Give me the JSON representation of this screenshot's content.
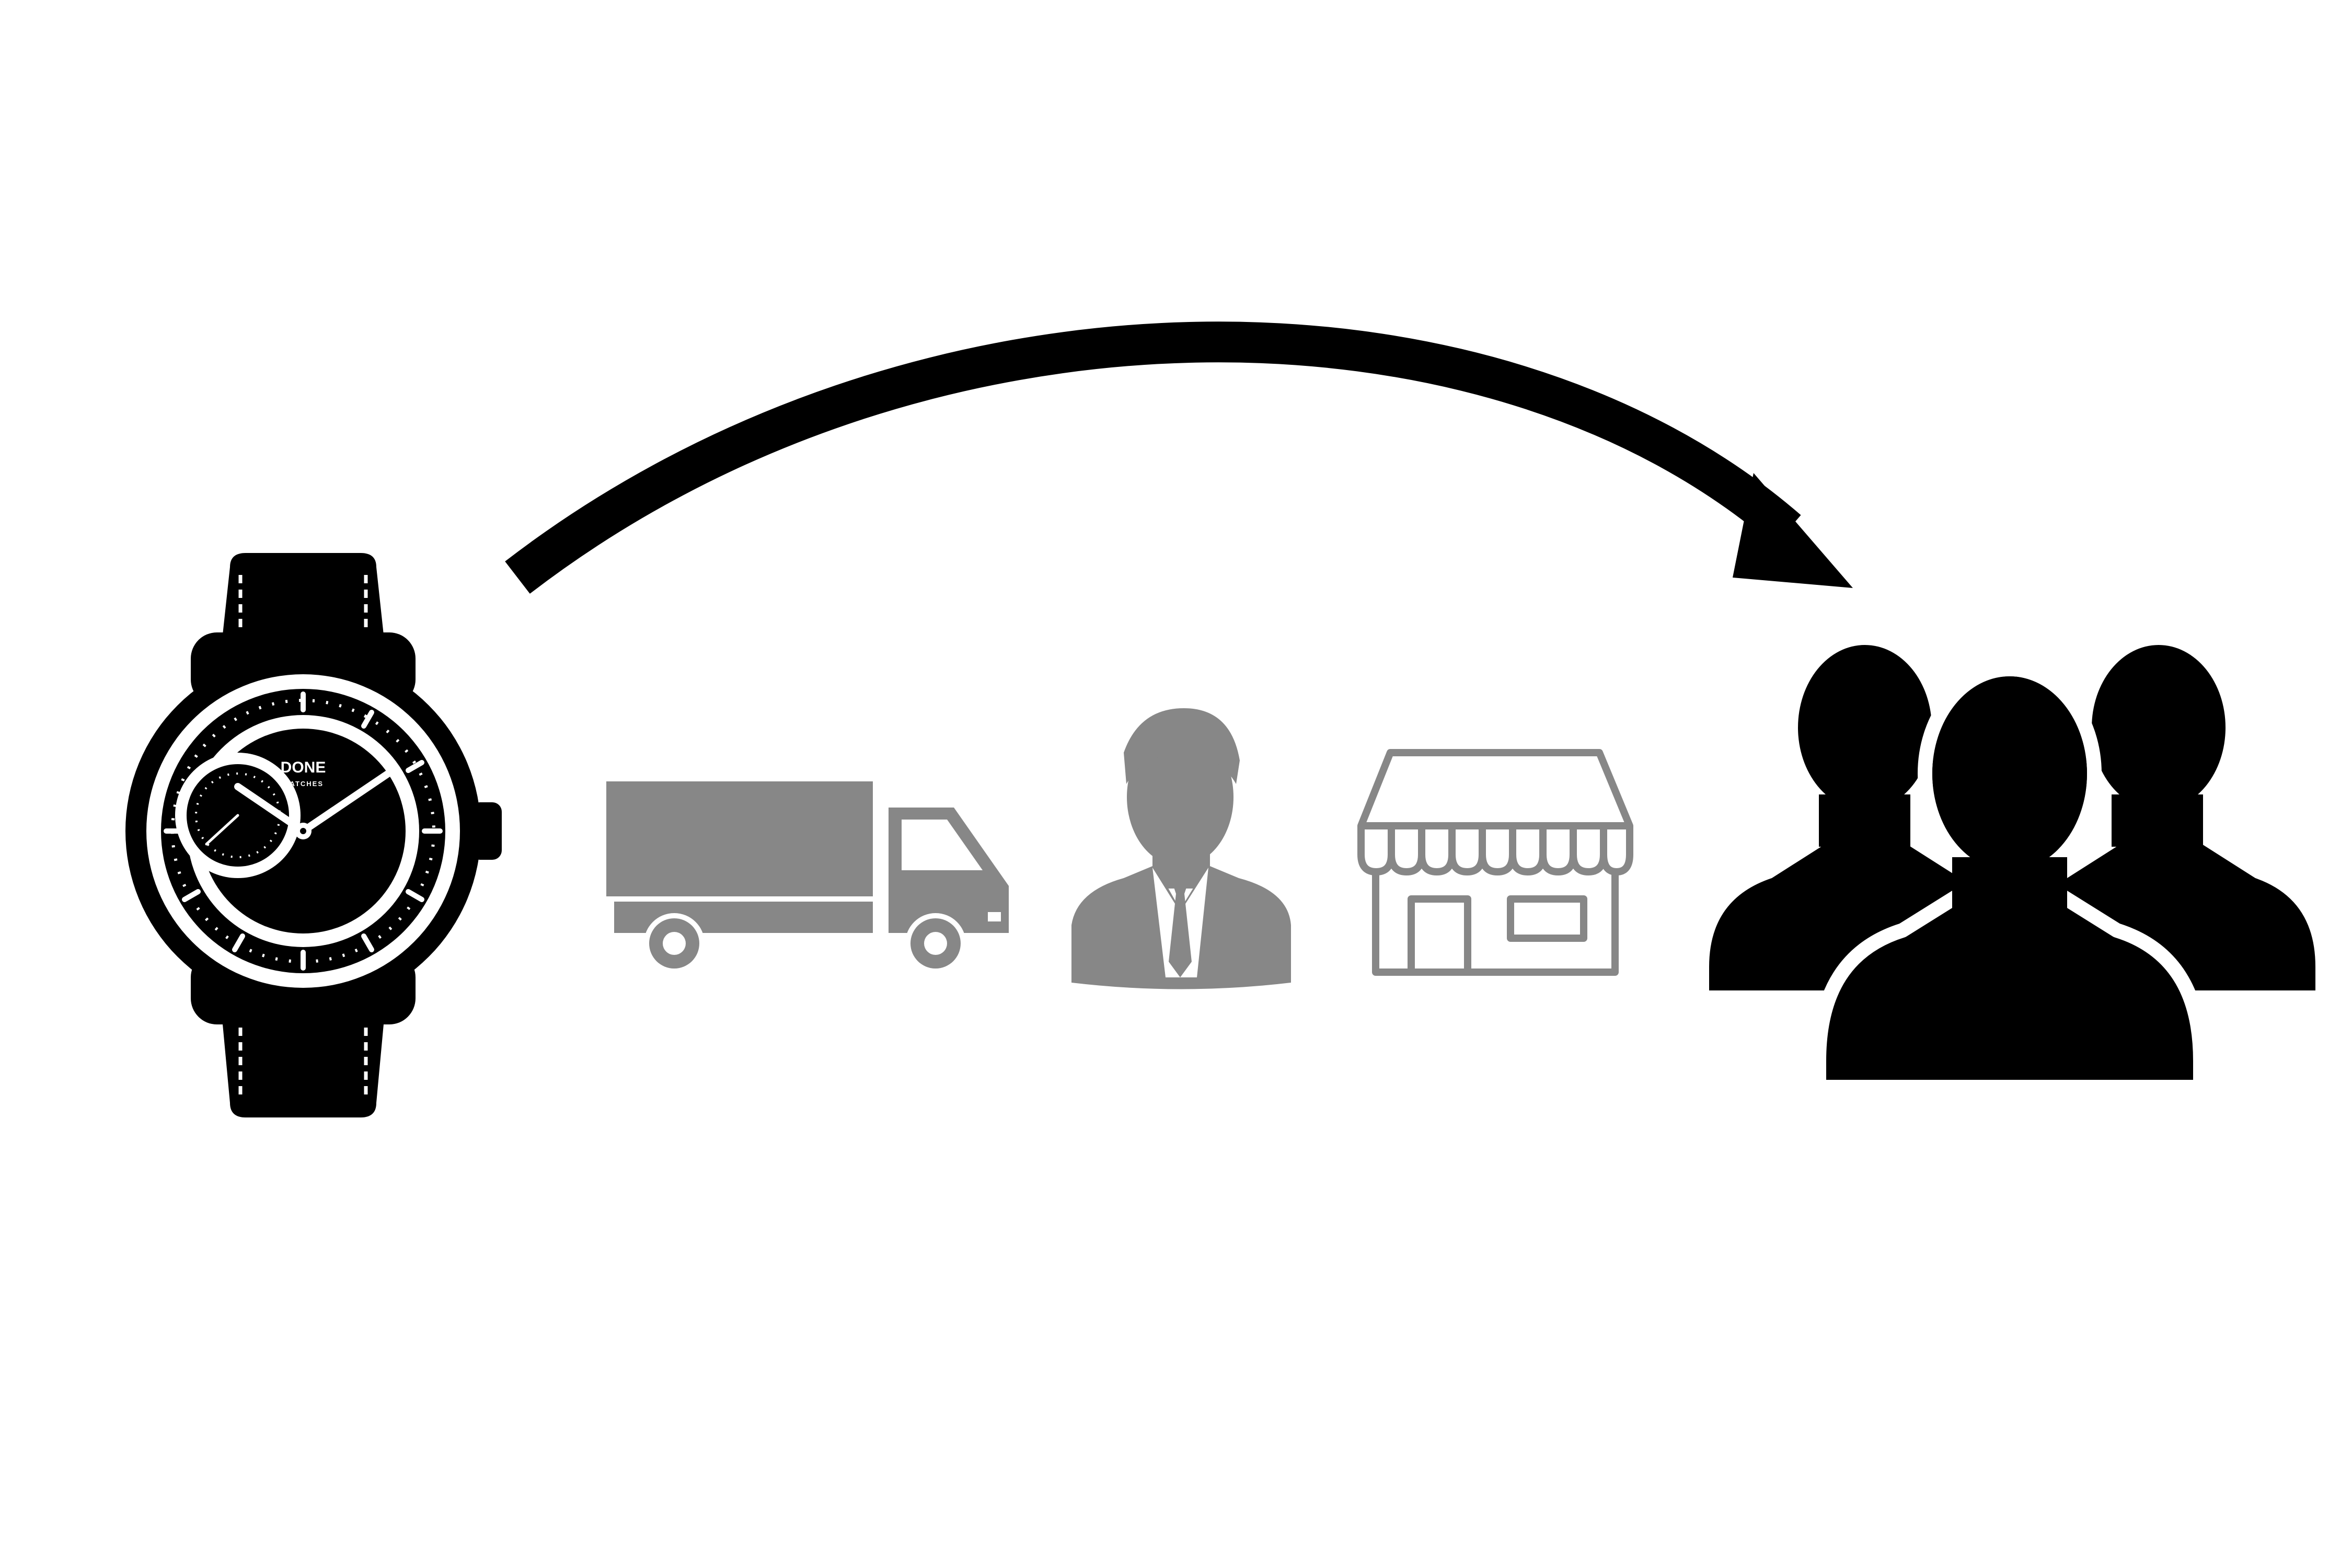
{
  "diagram": {
    "nodes": [
      {
        "id": "watch",
        "icon": "wristwatch-icon",
        "logo_text": "DONE",
        "logo_subtext": "WATCHES",
        "color": "#000000"
      },
      {
        "id": "truck",
        "icon": "delivery-truck-icon",
        "color": "#878787"
      },
      {
        "id": "businessman",
        "icon": "businessman-icon",
        "color": "#878787"
      },
      {
        "id": "store",
        "icon": "storefront-icon",
        "color": "#878787"
      },
      {
        "id": "customers",
        "icon": "user-group-icon",
        "color": "#000000"
      }
    ],
    "arrow": {
      "icon": "curved-arrow-icon",
      "from": "watch",
      "to": "customers",
      "color": "#000000"
    },
    "colors": {
      "primary": "#000000",
      "intermediary": "#878787",
      "background": "#ffffff"
    }
  }
}
